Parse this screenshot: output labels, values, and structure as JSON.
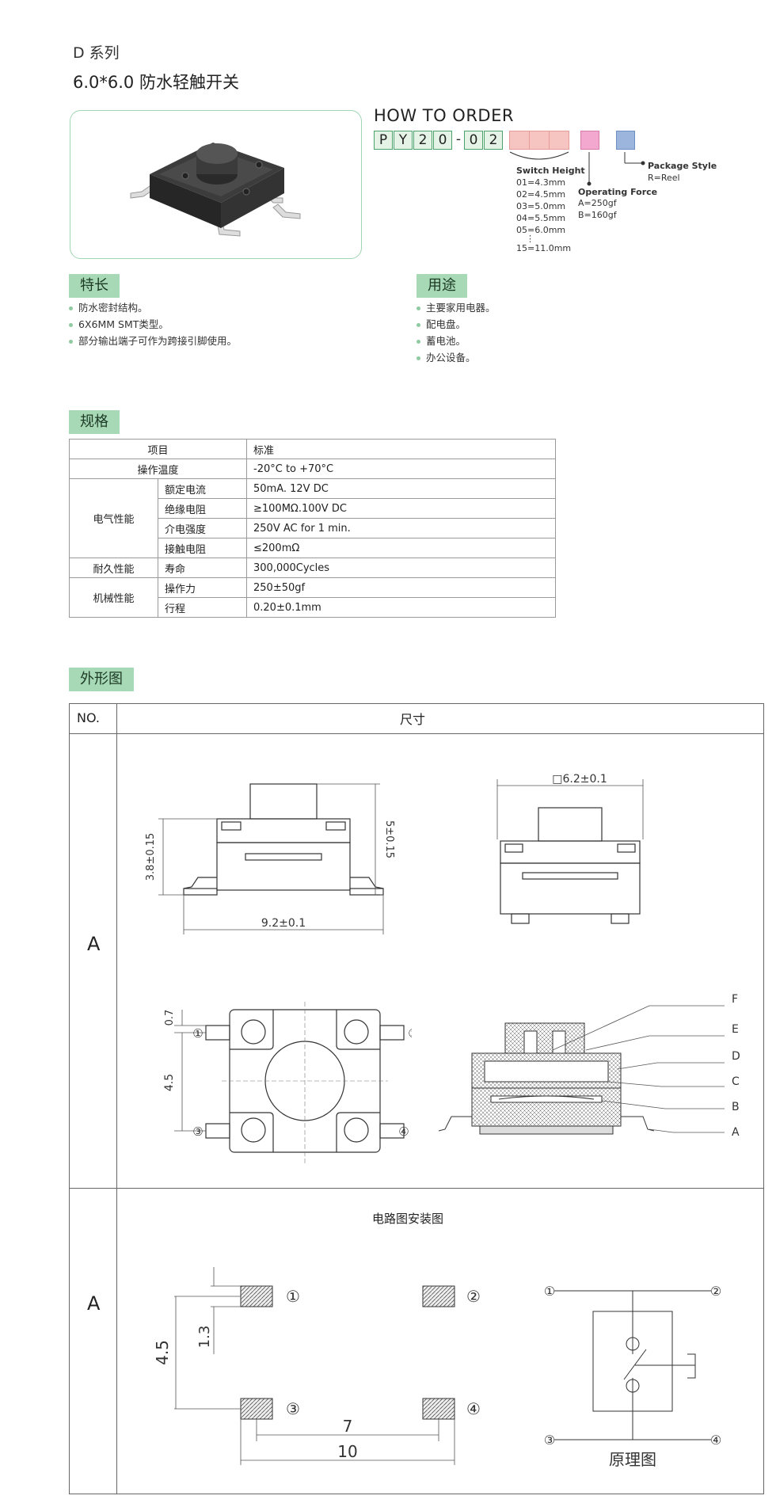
{
  "header": {
    "series": "D 系列",
    "product_title": "6.0*6.0 防水轻触开关"
  },
  "order": {
    "title": "HOW TO ORDER",
    "code_chars": [
      "P",
      "Y",
      "2",
      "0",
      "-",
      "0",
      "2"
    ],
    "switch_height": {
      "label": "Switch Height",
      "options": [
        "01=4.3mm",
        "02=4.5mm",
        "03=5.0mm",
        "04=5.5mm",
        "05=6.0mm",
        "⋮",
        "15=11.0mm"
      ]
    },
    "operating_force": {
      "label": "Operating Force",
      "options": [
        "A=250gf",
        "B=160gf"
      ]
    },
    "package_style": {
      "label": "Package Style",
      "options": [
        "R=Reel"
      ]
    },
    "colors": {
      "height": "#f6c5c2",
      "force": "#f3a9cf",
      "package": "#9bb5dd"
    }
  },
  "features": {
    "heading": "特长",
    "items": [
      "防水密封结构。",
      "6X6MM SMT类型。",
      "部分输出端子可作为跨接引脚使用。"
    ]
  },
  "uses": {
    "heading": "用途",
    "items": [
      "主要家用电器。",
      "配电盘。",
      "蓄电池。",
      "办公设备。"
    ]
  },
  "specs": {
    "heading": "规格",
    "col_item": "项目",
    "col_standard": "标准",
    "row_temp": {
      "label": "操作温度",
      "value": "-20°C to +70°C"
    },
    "electrical": "电气性能",
    "row_current": {
      "label": "额定电流",
      "value": "50mA. 12V DC"
    },
    "row_insulation": {
      "label": "绝缘电阻",
      "value": "≥100MΩ.100V DC"
    },
    "row_dielectric": {
      "label": "介电强度",
      "value": "250V AC for 1 min."
    },
    "row_contact": {
      "label": "接触电阻",
      "value": "≤200mΩ"
    },
    "durability": "耐久性能",
    "row_life": {
      "label": "寿命",
      "value": "300,000Cycles"
    },
    "mechanical": "机械性能",
    "row_force": {
      "label": "操作力",
      "value": "250±50gf"
    },
    "row_travel": {
      "label": "行程",
      "value": "0.20±0.1mm"
    }
  },
  "outline": {
    "heading": "外形图",
    "col_no": "NO.",
    "col_size": "尺寸",
    "row1_no": "A",
    "dims": {
      "height": "3.8±0.15",
      "total_height": "5±0.15",
      "width": "9.2±0.1",
      "square": "□6.2±0.1",
      "offset": "0.7",
      "pitch": "4.5"
    },
    "pins": [
      "①",
      "②",
      "③",
      "④"
    ],
    "layer_labels": [
      "F",
      "E",
      "D",
      "C",
      "B",
      "A"
    ],
    "row2_no": "A",
    "row2_title": "电路图安装图",
    "pcb": {
      "pitch": "4.5",
      "pad": "1.3",
      "inner": "7",
      "outer": "10"
    },
    "schematic_caption": "原理图"
  }
}
